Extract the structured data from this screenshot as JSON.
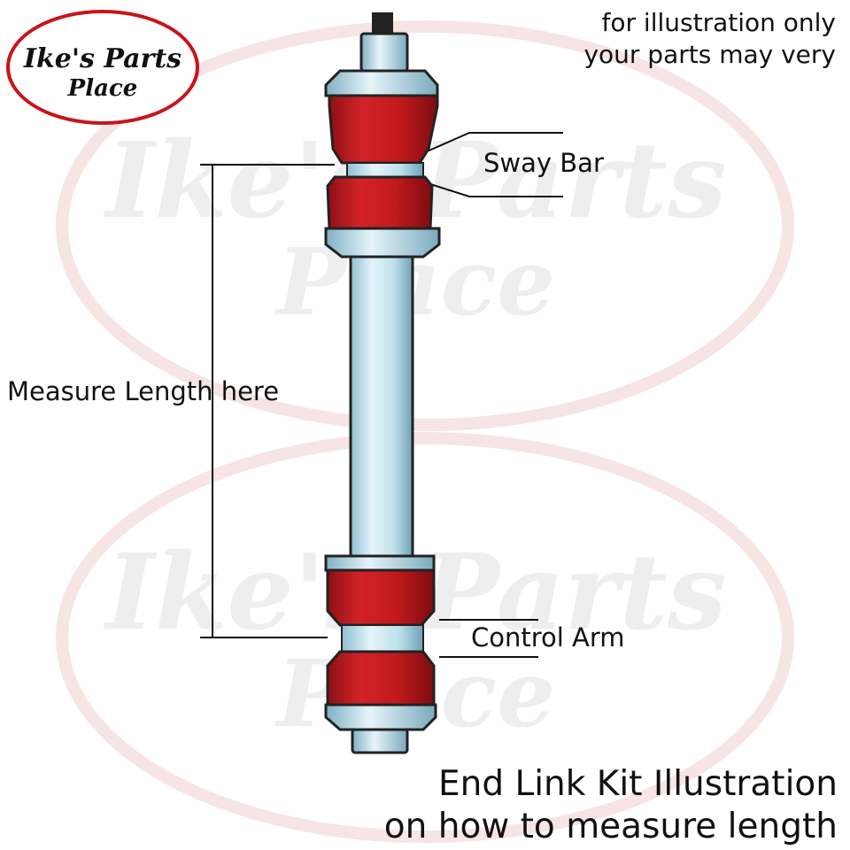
{
  "brand": {
    "logo_line1": "Ike's Parts",
    "logo_line2": "Place",
    "logo_border_color": "#c8141c"
  },
  "disclaimer": {
    "line1": "for illustration only",
    "line2": "your parts may very"
  },
  "labels": {
    "sway_bar": "Sway Bar",
    "measure": "Measure Length here",
    "control_arm": "Control Arm"
  },
  "caption": {
    "line1": "End Link Kit Illustration",
    "line2": "on how to measure length"
  },
  "colors": {
    "bushing_red": "#c11a1d",
    "bushing_dark": "#7d0c10",
    "rod_blue": "#bfe3ee",
    "rod_shade": "#6fa7bd",
    "watermark": "#f6e0e0"
  }
}
